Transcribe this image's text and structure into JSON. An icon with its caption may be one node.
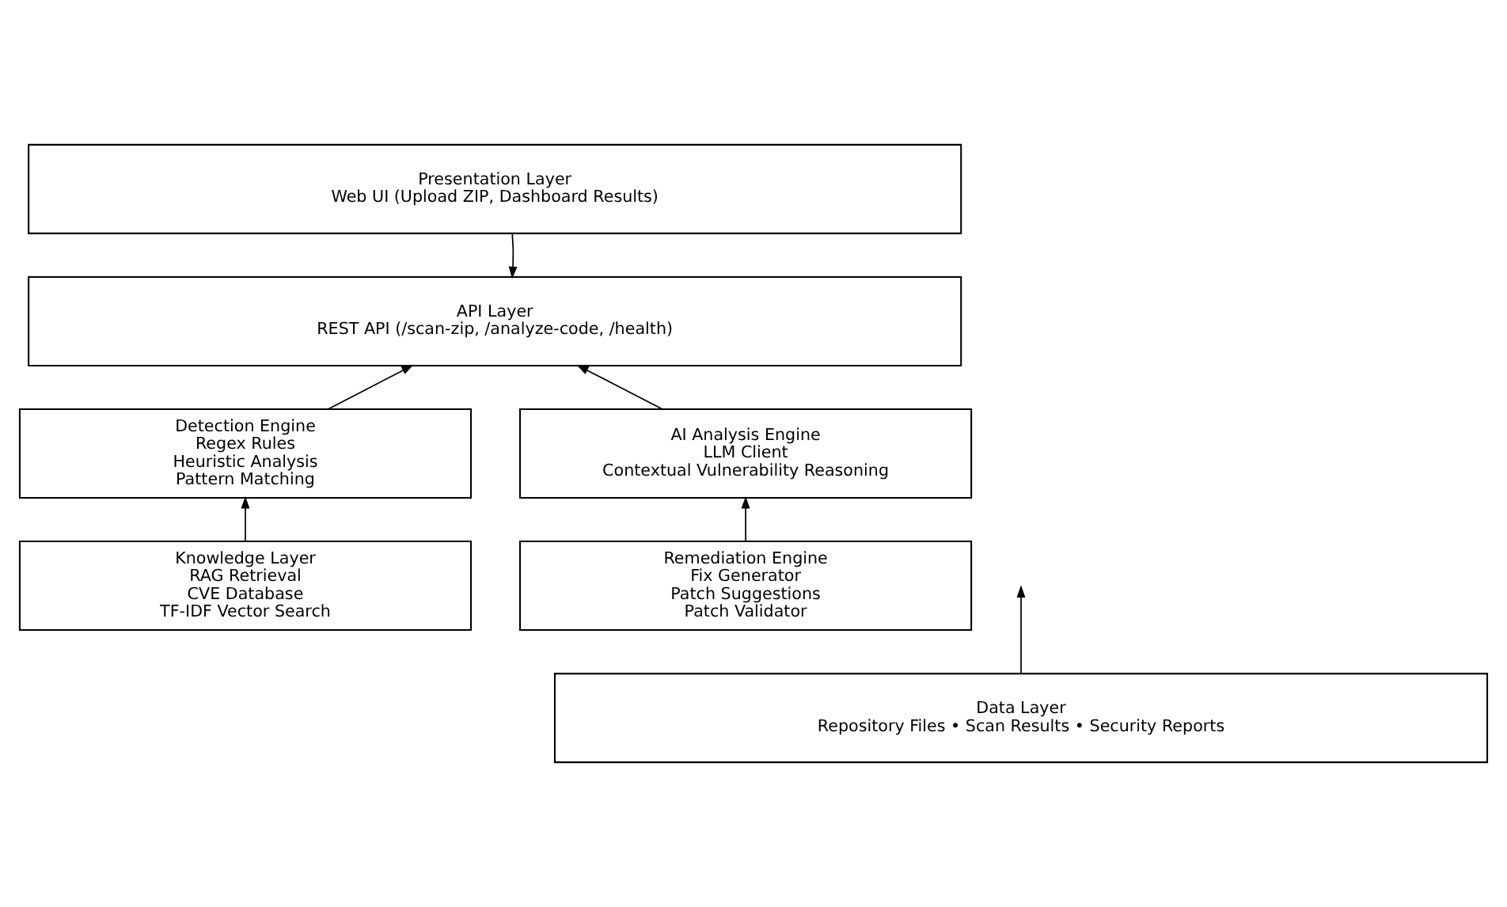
{
  "diagram": {
    "nodes": [
      {
        "text": [
          "Presentation Layer",
          "Web UI (Upload ZIP, Dashboard Results)"
        ]
      },
      {
        "text": [
          "API Layer",
          "REST API (/scan-zip, /analyze-code, /health)"
        ]
      },
      {
        "text": [
          "Detection Engine",
          "Regex Rules",
          "Heuristic Analysis",
          "Pattern Matching"
        ]
      },
      {
        "text": [
          "AI Analysis Engine",
          "LLM Client",
          "Contextual Vulnerability Reasoning"
        ]
      },
      {
        "text": [
          "Knowledge Layer",
          "RAG Retrieval",
          "CVE Database",
          "TF-IDF Vector Search"
        ]
      },
      {
        "text": [
          "Remediation Engine",
          "Fix Generator",
          "Patch Suggestions",
          "Patch Validator"
        ]
      },
      {
        "text": [
          "Data Layer",
          "Repository Files • Scan Results • Security Reports"
        ]
      }
    ],
    "edges": [
      {
        "from": 0,
        "to": 1,
        "arrow": "to"
      },
      {
        "from": 2,
        "to": 1,
        "arrow": "to"
      },
      {
        "from": 3,
        "to": 1,
        "arrow": "to"
      },
      {
        "from": 4,
        "to": 2,
        "arrow": "to"
      },
      {
        "from": 5,
        "to": 3,
        "arrow": "to"
      },
      {
        "from": 6,
        "to": null,
        "arrow": "to"
      }
    ]
  }
}
